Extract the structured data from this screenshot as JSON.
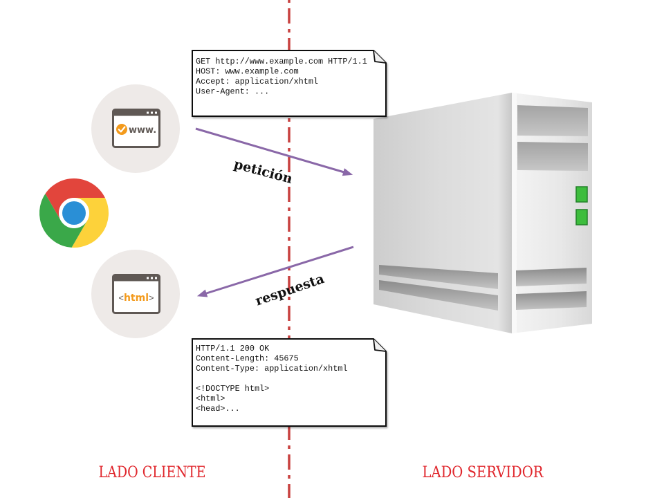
{
  "colors": {
    "background": "#ffffff",
    "divider": "#c8403f",
    "side_label": "#e0262c",
    "arrow": "#8a68a8",
    "icon_gray": "#5f5854",
    "icon_accent": "#f39a1c",
    "circle_bg": "#eeeae8",
    "led_green": "#3dbd3d",
    "note_border": "#111111"
  },
  "chrome_logo": {
    "icon": "chrome-icon",
    "red": "#e2453c",
    "yellow": "#fdd23a",
    "green": "#3aa849",
    "blue": "#2a8fd6"
  },
  "client": {
    "label": "LADO CLIENTE",
    "www_icon": {
      "icon": "browser-window-icon",
      "badge": "check-icon",
      "text": "www."
    },
    "html_icon": {
      "icon": "browser-window-icon",
      "open": "<",
      "tag": "html",
      "close": ">"
    }
  },
  "server": {
    "label": "LADO SERVIDOR",
    "icon": "server-tower-icon"
  },
  "request": {
    "label": "petición",
    "lines": [
      "GET http://www.example.com HTTP/1.1",
      "HOST: www.example.com",
      "Accept: application/xhtml",
      "User-Agent: ..."
    ]
  },
  "response": {
    "label": "respuesta",
    "lines": [
      "HTTP/1.1 200 OK",
      "Content-Length: 45675",
      "Content-Type: application/xhtml",
      "<!DOCTYPE html>",
      "<html>",
      "<head>..."
    ]
  }
}
